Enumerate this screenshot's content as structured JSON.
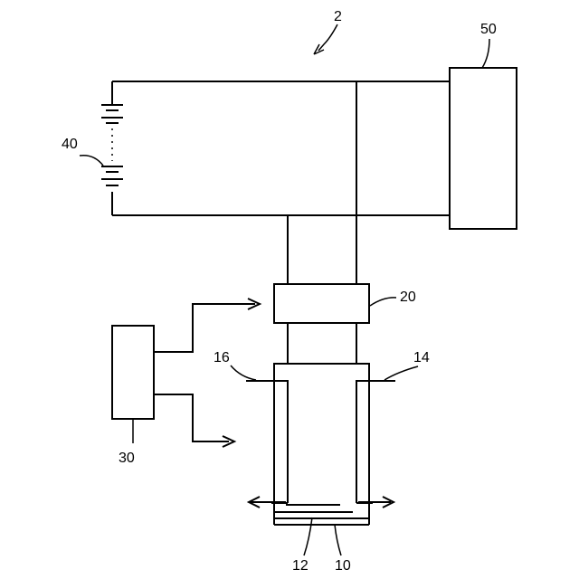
{
  "diagram": {
    "ref_device": "2",
    "ref_controller": "50",
    "ref_battery": "40",
    "ref_unit": "20",
    "ref_controller_b": "30",
    "ref_electrode_left": "16",
    "ref_electrode_right": "14",
    "ref_layer_a": "12",
    "ref_layer_b": "10"
  }
}
